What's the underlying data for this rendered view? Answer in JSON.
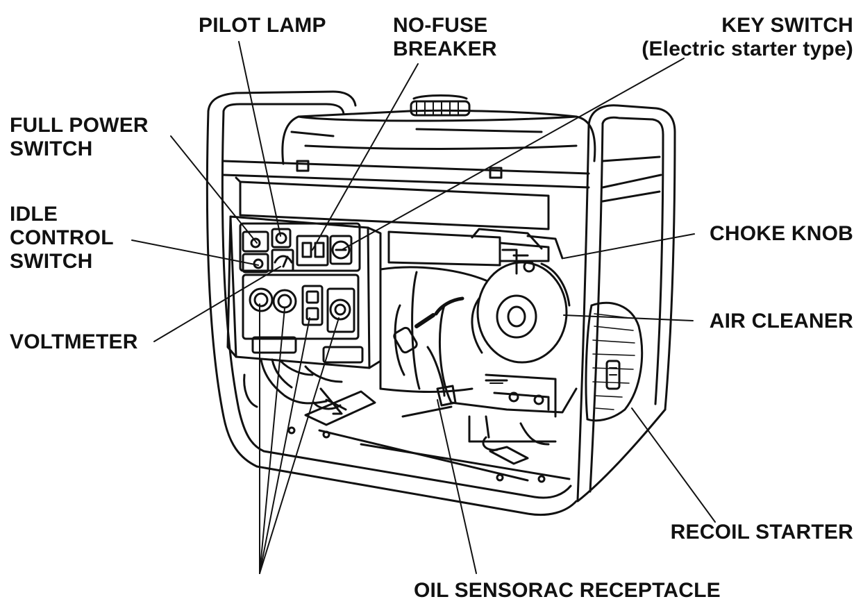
{
  "labels": {
    "pilot_lamp": "PILOT LAMP",
    "no_fuse_breaker": [
      "NO-FUSE",
      "BREAKER"
    ],
    "key_switch": [
      "KEY SWITCH",
      "(Electric starter type)"
    ],
    "full_power_switch": [
      "FULL POWER",
      "SWITCH"
    ],
    "idle_control_switch": [
      "IDLE",
      "CONTROL",
      "SWITCH"
    ],
    "choke_knob": "CHOKE KNOB",
    "air_cleaner": "AIR CLEANER",
    "voltmeter": "VOLTMETER",
    "recoil_starter": "RECOIL STARTER",
    "bottom_label": "OIL SENSORAC RECEPTACLE"
  },
  "colors": {
    "ink": "#111111",
    "paper": "#ffffff"
  }
}
